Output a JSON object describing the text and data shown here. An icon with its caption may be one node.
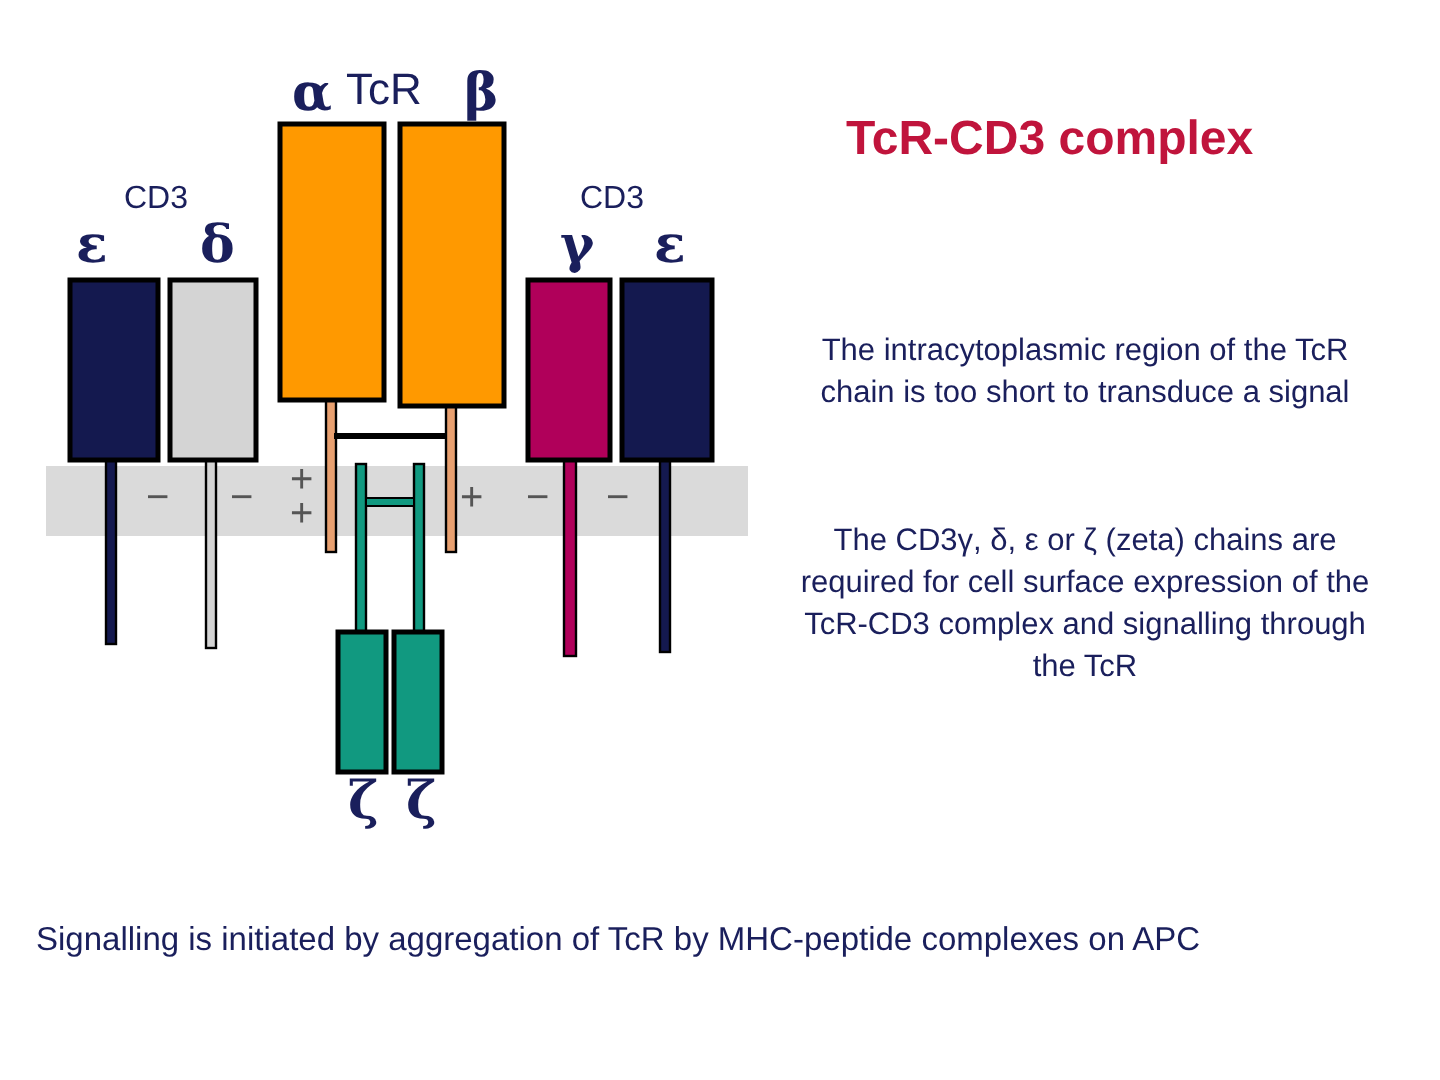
{
  "diagram": {
    "title": "TcR-CD3 complex",
    "caption": "Signalling is initiated by aggregation of TcR by MHC-peptide complexes on APC",
    "labels": [
      "α",
      "TcR",
      "β",
      "CD3",
      "ε",
      "δ",
      "CD3",
      "γ",
      "ε",
      "−",
      "−",
      "+",
      "+",
      "+",
      "−",
      "−",
      "ζ",
      "ζ",
      "The intracytoplasmic region of the TcR chain is too short to transduce a signal",
      "The CD3γ, δ, ε or ζ (zeta) chains are required for cell surface expression of the TcR-CD3 complex and signalling through the TcR"
    ]
  }
}
